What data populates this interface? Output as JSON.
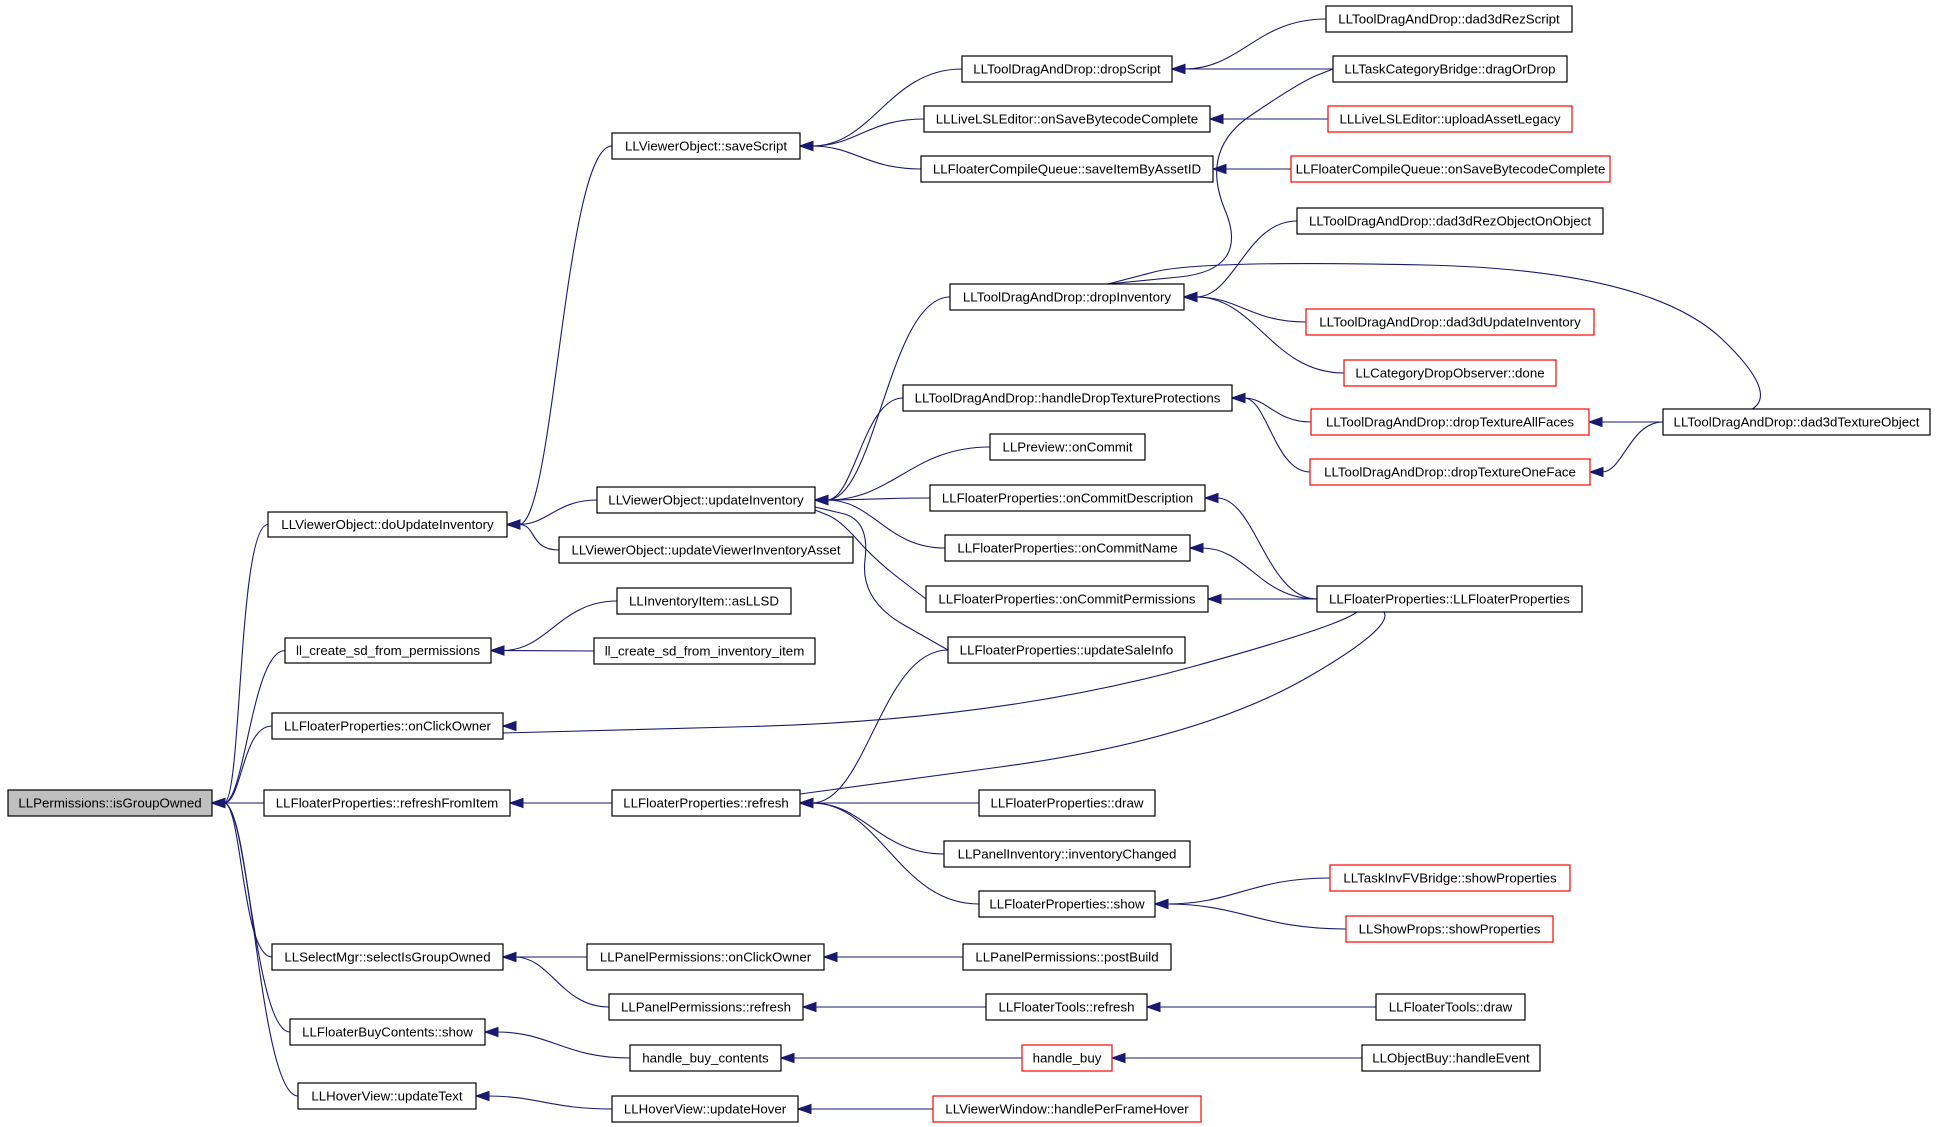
{
  "colors": {
    "edge": "#191970",
    "box_border": "#000000",
    "box_border_red": "#ff0000",
    "root_fill": "#bfbfbf"
  },
  "nodes": [
    {
      "id": "root",
      "label": "LLPermissions::isGroupOwned",
      "root": true
    },
    {
      "id": "doUpdateInventory",
      "label": "LLViewerObject::doUpdateInventory"
    },
    {
      "id": "ll_create_sd",
      "label": "ll_create_sd_from_permissions"
    },
    {
      "id": "fp_onClickOwner",
      "label": "LLFloaterProperties::onClickOwner"
    },
    {
      "id": "fp_refreshFromItem",
      "label": "LLFloaterProperties::refreshFromItem"
    },
    {
      "id": "sel_isGroupOwned",
      "label": "LLSelectMgr::selectIsGroupOwned"
    },
    {
      "id": "fbc_show",
      "label": "LLFloaterBuyContents::show"
    },
    {
      "id": "hv_updateText",
      "label": "LLHoverView::updateText"
    },
    {
      "id": "vo_saveScript",
      "label": "LLViewerObject::saveScript"
    },
    {
      "id": "vo_updateInventory",
      "label": "LLViewerObject::updateInventory"
    },
    {
      "id": "vo_updateViewerInventoryAsset",
      "label": "LLViewerObject::updateViewerInventoryAsset"
    },
    {
      "id": "inv_asLLSD",
      "label": "LLInventoryItem::asLLSD"
    },
    {
      "id": "ll_create_sd_inv",
      "label": "ll_create_sd_from_inventory_item"
    },
    {
      "id": "fp_refresh",
      "label": "LLFloaterProperties::refresh"
    },
    {
      "id": "pp_onClickOwner",
      "label": "LLPanelPermissions::onClickOwner"
    },
    {
      "id": "pp_refresh",
      "label": "LLPanelPermissions::refresh"
    },
    {
      "id": "handle_buy_contents",
      "label": "handle_buy_contents"
    },
    {
      "id": "hv_updateHover",
      "label": "LLHoverView::updateHover"
    },
    {
      "id": "tdd_dropScript",
      "label": "LLToolDragAndDrop::dropScript"
    },
    {
      "id": "lsl_onSaveBytecode",
      "label": "LLLiveLSLEditor::onSaveBytecodeComplete"
    },
    {
      "id": "fcq_saveItem",
      "label": "LLFloaterCompileQueue::saveItemByAssetID"
    },
    {
      "id": "tdd_dropInventory",
      "label": "LLToolDragAndDrop::dropInventory"
    },
    {
      "id": "tdd_handleDropTex",
      "label": "LLToolDragAndDrop::handleDropTextureProtections"
    },
    {
      "id": "preview_onCommit",
      "label": "LLPreview::onCommit"
    },
    {
      "id": "fp_onCommitDescription",
      "label": "LLFloaterProperties::onCommitDescription"
    },
    {
      "id": "fp_onCommitName",
      "label": "LLFloaterProperties::onCommitName"
    },
    {
      "id": "fp_onCommitPermissions",
      "label": "LLFloaterProperties::onCommitPermissions"
    },
    {
      "id": "fp_updateSaleInfo",
      "label": "LLFloaterProperties::updateSaleInfo"
    },
    {
      "id": "fp_draw",
      "label": "LLFloaterProperties::draw"
    },
    {
      "id": "pi_inventoryChanged",
      "label": "LLPanelInventory::inventoryChanged"
    },
    {
      "id": "fp_show",
      "label": "LLFloaterProperties::show"
    },
    {
      "id": "pp_postBuild",
      "label": "LLPanelPermissions::postBuild"
    },
    {
      "id": "ft_refresh",
      "label": "LLFloaterTools::refresh"
    },
    {
      "id": "handle_buy",
      "label": "handle_buy",
      "red": true
    },
    {
      "id": "vw_handlePerFrameHover",
      "label": "LLViewerWindow::handlePerFrameHover",
      "red": true
    },
    {
      "id": "tdd_dad3dRezScript",
      "label": "LLToolDragAndDrop::dad3dRezScript"
    },
    {
      "id": "tcb_dragOrDrop",
      "label": "LLTaskCategoryBridge::dragOrDrop"
    },
    {
      "id": "lsl_uploadAssetLegacy",
      "label": "LLLiveLSLEditor::uploadAssetLegacy",
      "red": true
    },
    {
      "id": "fcq_onSaveBytecode",
      "label": "LLFloaterCompileQueue::onSaveBytecodeComplete",
      "red": true
    },
    {
      "id": "tdd_dad3dRezObjectOnObject",
      "label": "LLToolDragAndDrop::dad3dRezObjectOnObject"
    },
    {
      "id": "tdd_dad3dUpdateInventory",
      "label": "LLToolDragAndDrop::dad3dUpdateInventory",
      "red": true
    },
    {
      "id": "cdo_done",
      "label": "LLCategoryDropObserver::done",
      "red": true
    },
    {
      "id": "tdd_dropTextureAllFaces",
      "label": "LLToolDragAndDrop::dropTextureAllFaces",
      "red": true
    },
    {
      "id": "tdd_dropTextureOneFace",
      "label": "LLToolDragAndDrop::dropTextureOneFace",
      "red": true
    },
    {
      "id": "tdd_dad3dTextureObject",
      "label": "LLToolDragAndDrop::dad3dTextureObject"
    },
    {
      "id": "fp_ctor",
      "label": "LLFloaterProperties::LLFloaterProperties"
    },
    {
      "id": "tinv_showProperties",
      "label": "LLTaskInvFVBridge::showProperties",
      "red": true
    },
    {
      "id": "sp_showProperties",
      "label": "LLShowProps::showProperties",
      "red": true
    },
    {
      "id": "ft_draw",
      "label": "LLFloaterTools::draw"
    },
    {
      "id": "ob_handleEvent",
      "label": "LLObjectBuy::handleEvent"
    }
  ],
  "edges": [
    [
      "doUpdateInventory",
      "root"
    ],
    [
      "ll_create_sd",
      "root"
    ],
    [
      "fp_onClickOwner",
      "root"
    ],
    [
      "fp_refreshFromItem",
      "root"
    ],
    [
      "sel_isGroupOwned",
      "root"
    ],
    [
      "fbc_show",
      "root"
    ],
    [
      "hv_updateText",
      "root"
    ],
    [
      "vo_saveScript",
      "doUpdateInventory"
    ],
    [
      "vo_updateInventory",
      "doUpdateInventory"
    ],
    [
      "vo_updateViewerInventoryAsset",
      "doUpdateInventory"
    ],
    [
      "inv_asLLSD",
      "ll_create_sd"
    ],
    [
      "ll_create_sd_inv",
      "ll_create_sd"
    ],
    [
      "fp_ctor",
      "fp_onClickOwner"
    ],
    [
      "fp_refresh",
      "fp_refreshFromItem"
    ],
    [
      "pp_onClickOwner",
      "sel_isGroupOwned"
    ],
    [
      "pp_refresh",
      "sel_isGroupOwned"
    ],
    [
      "handle_buy_contents",
      "fbc_show"
    ],
    [
      "hv_updateHover",
      "hv_updateText"
    ],
    [
      "tdd_dropScript",
      "vo_saveScript"
    ],
    [
      "lsl_onSaveBytecode",
      "vo_saveScript"
    ],
    [
      "fcq_saveItem",
      "vo_saveScript"
    ],
    [
      "tdd_dropInventory",
      "vo_updateInventory"
    ],
    [
      "tdd_handleDropTex",
      "vo_updateInventory"
    ],
    [
      "preview_onCommit",
      "vo_updateInventory"
    ],
    [
      "fp_onCommitDescription",
      "vo_updateInventory"
    ],
    [
      "fp_onCommitName",
      "vo_updateInventory"
    ],
    [
      "fp_onCommitPermissions",
      "vo_updateInventory"
    ],
    [
      "fp_updateSaleInfo",
      "vo_updateInventory"
    ],
    [
      "fp_updateSaleInfo",
      "fp_refresh"
    ],
    [
      "fp_ctor",
      "fp_refresh"
    ],
    [
      "fp_draw",
      "fp_refresh"
    ],
    [
      "pi_inventoryChanged",
      "fp_refresh"
    ],
    [
      "fp_show",
      "fp_refresh"
    ],
    [
      "pp_postBuild",
      "pp_onClickOwner"
    ],
    [
      "ft_refresh",
      "pp_refresh"
    ],
    [
      "handle_buy",
      "handle_buy_contents"
    ],
    [
      "vw_handlePerFrameHover",
      "hv_updateHover"
    ],
    [
      "tdd_dad3dRezScript",
      "tdd_dropScript"
    ],
    [
      "tcb_dragOrDrop",
      "tdd_dropScript"
    ],
    [
      "lsl_uploadAssetLegacy",
      "lsl_onSaveBytecode"
    ],
    [
      "fcq_onSaveBytecode",
      "fcq_saveItem"
    ],
    [
      "tcb_dragOrDrop",
      "tdd_dropInventory"
    ],
    [
      "tdd_dad3dRezObjectOnObject",
      "tdd_dropInventory"
    ],
    [
      "tdd_dad3dTextureObject",
      "tdd_dropInventory"
    ],
    [
      "tdd_dad3dUpdateInventory",
      "tdd_dropInventory"
    ],
    [
      "cdo_done",
      "tdd_dropInventory"
    ],
    [
      "tdd_dropTextureAllFaces",
      "tdd_handleDropTex"
    ],
    [
      "tdd_dropTextureOneFace",
      "tdd_handleDropTex"
    ],
    [
      "tdd_dad3dTextureObject",
      "tdd_dropTextureAllFaces"
    ],
    [
      "tdd_dad3dTextureObject",
      "tdd_dropTextureOneFace"
    ],
    [
      "fp_ctor",
      "fp_onCommitDescription"
    ],
    [
      "fp_ctor",
      "fp_onCommitName"
    ],
    [
      "fp_ctor",
      "fp_onCommitPermissions"
    ],
    [
      "tinv_showProperties",
      "fp_show"
    ],
    [
      "sp_showProperties",
      "fp_show"
    ],
    [
      "ft_draw",
      "ft_refresh"
    ],
    [
      "ob_handleEvent",
      "handle_buy"
    ]
  ]
}
